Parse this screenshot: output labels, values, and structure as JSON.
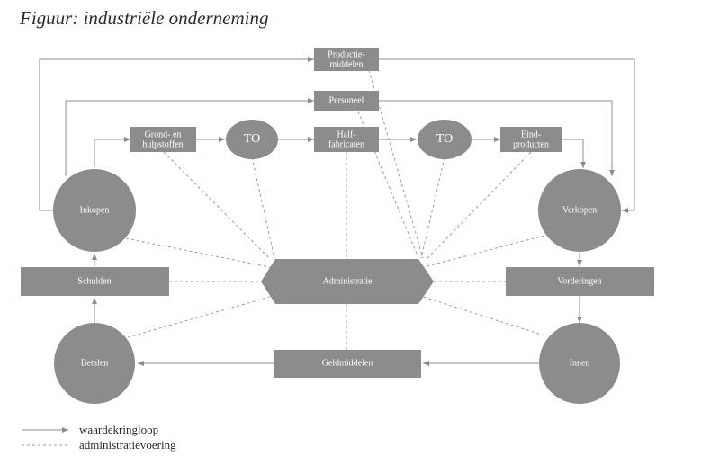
{
  "title": "Figuur: industriële onderneming",
  "nodes": {
    "productiemiddelen": [
      "Productie-",
      "middelen"
    ],
    "personeel": [
      "Personeel"
    ],
    "grondstoffen": [
      "Grond- en",
      "hulpstoffen"
    ],
    "to_left": [
      "TO"
    ],
    "halffabricaten": [
      "Half-",
      "fabricaten"
    ],
    "to_right": [
      "TO"
    ],
    "eindproducten": [
      "Eind-",
      "producten"
    ],
    "inkopen": [
      "Inkopen"
    ],
    "verkopen": [
      "Verkopen"
    ],
    "schulden": [
      "Schulden"
    ],
    "administratie": [
      "Administratie"
    ],
    "vorderingen": [
      "Vorderingen"
    ],
    "betalen": [
      "Betalen"
    ],
    "geldmiddelen": [
      "Geldmiddelen"
    ],
    "innen": [
      "Innen"
    ]
  },
  "legend": {
    "flow": "waardekringloop",
    "admin": "administratievoering"
  },
  "colors": {
    "node_fill": "#8c8c8c",
    "line": "#8c8c8c",
    "label": "#ffffff"
  }
}
